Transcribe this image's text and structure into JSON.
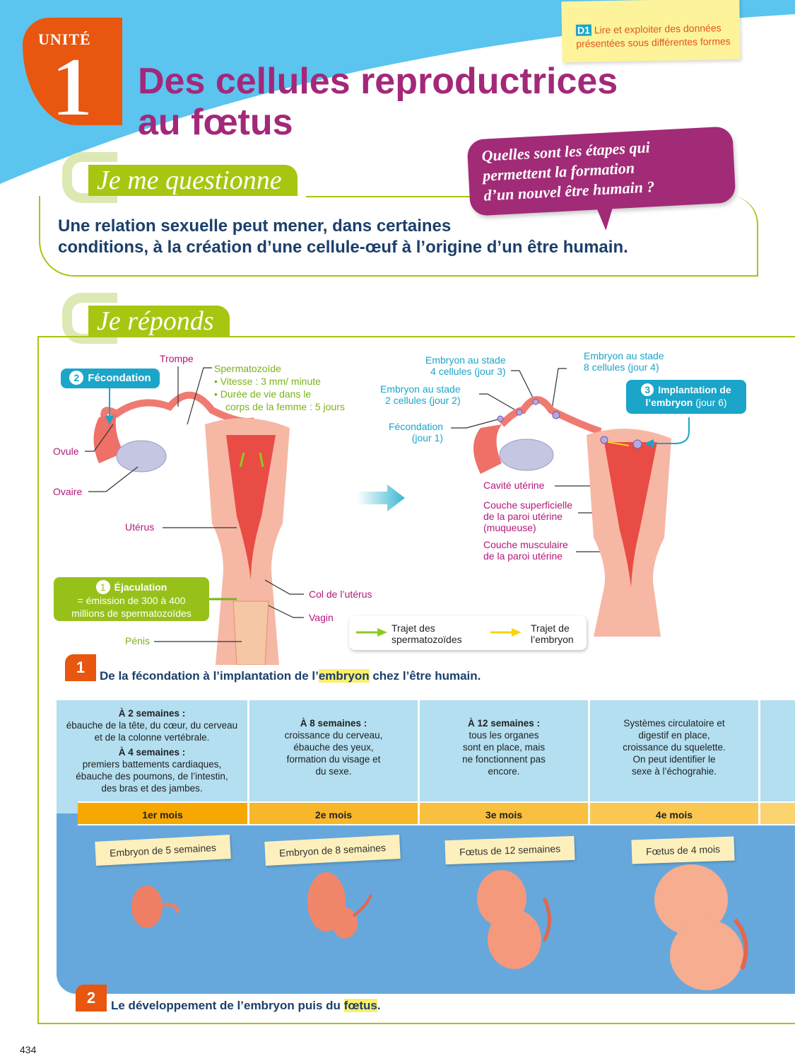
{
  "header": {
    "unit_label": "UNITÉ",
    "unit_number": "1",
    "title_line1": "Des cellules reproductrices",
    "title_line2": "au fœtus",
    "skill": {
      "code": "D1",
      "text_line1": "Lire et exploiter des données",
      "text_line2": "présentées sous différentes formes"
    }
  },
  "questionne": {
    "tab": "Je me questionne",
    "question_line1": "Quelles sont les étapes qui",
    "question_line2": "permettent la formation",
    "question_line3": "d’un nouvel être humain ?",
    "text_line1": "Une relation sexuelle peut mener, dans certaines",
    "text_line2": "conditions, à la création d’une cellule-œuf à l’origine d’un être humain."
  },
  "reponds": {
    "tab": "Je réponds"
  },
  "doc1": {
    "left": {
      "trompe": "Trompe",
      "fecondation_num": "2",
      "fecondation": "Fécondation",
      "spermato": "Spermatozoïde",
      "vitesse": "Vitesse : 3 mm/ minute",
      "duree1": "Durée de vie dans le",
      "duree2": "corps de la femme : 5 jours",
      "ovule": "Ovule",
      "ovaire": "Ovaire",
      "uterus": "Utérus",
      "ejac_num": "1",
      "ejac": "Éjaculation",
      "ejac2": "= émission de 300 à 400",
      "ejac3": "millions de spermatozoïdes",
      "col": "Col de l’utérus",
      "vagin": "Vagin",
      "penis": "Pénis"
    },
    "right": {
      "e4a": "Embryon au stade",
      "e4b": "4 cellules (jour 3)",
      "e8a": "Embryon au stade",
      "e8b": "8 cellules (jour 4)",
      "e2a": "Embryon au stade",
      "e2b": "2 cellules (jour 2)",
      "feca": "Fécondation",
      "fecb": "(jour 1)",
      "impl_num": "3",
      "impl1": "Implantation de",
      "impl2a": "l’embryon",
      "impl2b": "(jour 6)",
      "cavite": "Cavité utérine",
      "sup1": "Couche superficielle",
      "sup2": "de la paroi utérine",
      "sup3": "(muqueuse)",
      "mus1": "Couche musculaire",
      "mus2": "de la paroi utérine"
    },
    "legend": {
      "sperm1": "Trajet des",
      "sperm2": "spermatozoïdes",
      "emb1": "Trajet de",
      "emb2": "l’embryon"
    },
    "caption_num": "1",
    "caption_a": "De la fécondation à l’implantation de l’",
    "caption_hl": "embryon",
    "caption_b": " chez l’être humain."
  },
  "doc2": {
    "columns": [
      {
        "h1": "À 2 semaines :",
        "t1": "ébauche de la tête, du cœur, du cerveau et de la colonne vertébrale.",
        "h2": "À 4 semaines :",
        "t2": "premiers battements cardiaques, ébauche des poumons, de l’intestin, des bras et des jambes.",
        "month": "1er mois",
        "card": "Embryon de 5 semaines"
      },
      {
        "h1": "À 8 semaines :",
        "t1": "croissance du cerveau, ébauche des yeux, formation du visage et du sexe.",
        "month": "2e mois",
        "card": "Embryon de 8 semaines"
      },
      {
        "h1": "À 12 semaines :",
        "t1": "tous les organes sont en place, mais ne fonctionnent pas encore.",
        "month": "3e mois",
        "card": "Fœtus de 12 semaines"
      },
      {
        "t1": "Systèmes circulatoire et digestif en place, croissance du squelette. On peut identifier le sexe à l’échograhie.",
        "month": "4e mois",
        "card": "Fœtus de 4 mois"
      }
    ],
    "caption_num": "2",
    "caption_a": "Le développement de l’embryon puis du ",
    "caption_hl": "fœtus",
    "caption_b": "."
  },
  "page_number": "434",
  "colors": {
    "title": "#a3287a",
    "unit": "#e8560f",
    "green": "#a6c611",
    "cyan": "#1aa5c9",
    "text": "#1b3f6b"
  }
}
